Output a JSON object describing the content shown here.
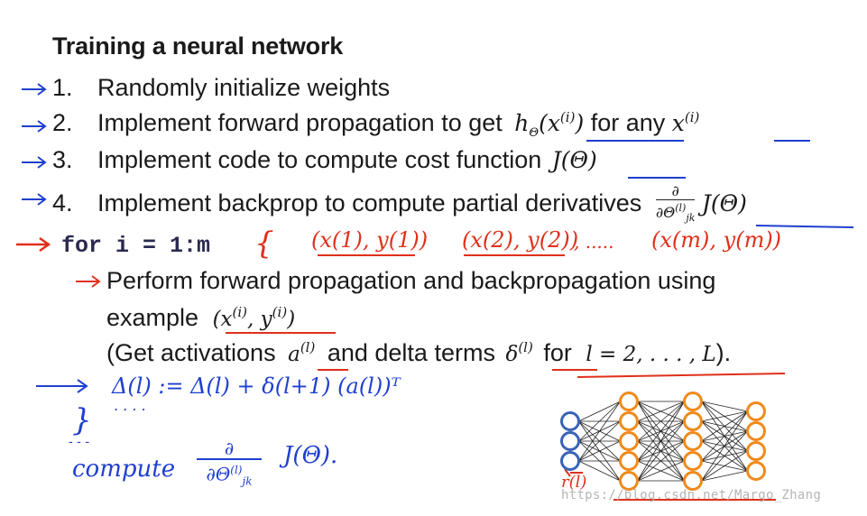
{
  "title": "Training a neural network",
  "steps": [
    {
      "num": "1.",
      "text": "Randomly initialize weights"
    },
    {
      "num": "2.",
      "text": "Implement forward propagation to get",
      "text2": "for any"
    },
    {
      "num": "3.",
      "text": "Implement code to compute cost function"
    },
    {
      "num": "4.",
      "text": "Implement backprop to compute partial derivatives"
    }
  ],
  "math": {
    "h_theta": "hΘ(x(i))",
    "x_i": "x(i)",
    "j_theta": "J(Θ)",
    "partial": "∂",
    "partial_den": "∂Θ",
    "partial_den_sup": "(l)",
    "partial_den_sub": "jk",
    "example_pair": "(x(i), y(i))",
    "a_l": "a(l)",
    "delta_l": "δ(l)",
    "l_range": "l = 2, . . . , L"
  },
  "code": {
    "for_loop": "for i = 1:m",
    "brace": "{"
  },
  "body": {
    "line1": "Perform forward propagation and backpropagation using",
    "line2": "example",
    "line3a": "(Get activations",
    "line3b": "and delta terms",
    "line3c": "for",
    "line3d": ")."
  },
  "handwriting": {
    "pair1": "(x(1), y(1))",
    "pair2": "(x(2), y(2))",
    "dots": ", .....",
    "pairm": "(x(m), y(m))",
    "delta_update": "Δ(l) := Δ(l) + δ(l+1) (a(l))ᵀ",
    "dots2": ". . . .",
    "close_brace": "}",
    "dashes": "- - -",
    "compute": "compute",
    "compute_frac_num": "∂",
    "compute_frac_den": "∂Θ",
    "compute_frac_sup": "(l)",
    "compute_frac_sub": "jk",
    "compute_j": "J(Θ).",
    "r_label": "r(l)"
  },
  "watermark": "https://blog.csdn.net/Margo_Zhang",
  "colors": {
    "hand_blue": "#1f3fcf",
    "hand_red": "#e0301a",
    "node_blue": "#3a63b8",
    "node_orange": "#f08a1c"
  },
  "network": {
    "layers": [
      3,
      5,
      5,
      4
    ]
  }
}
